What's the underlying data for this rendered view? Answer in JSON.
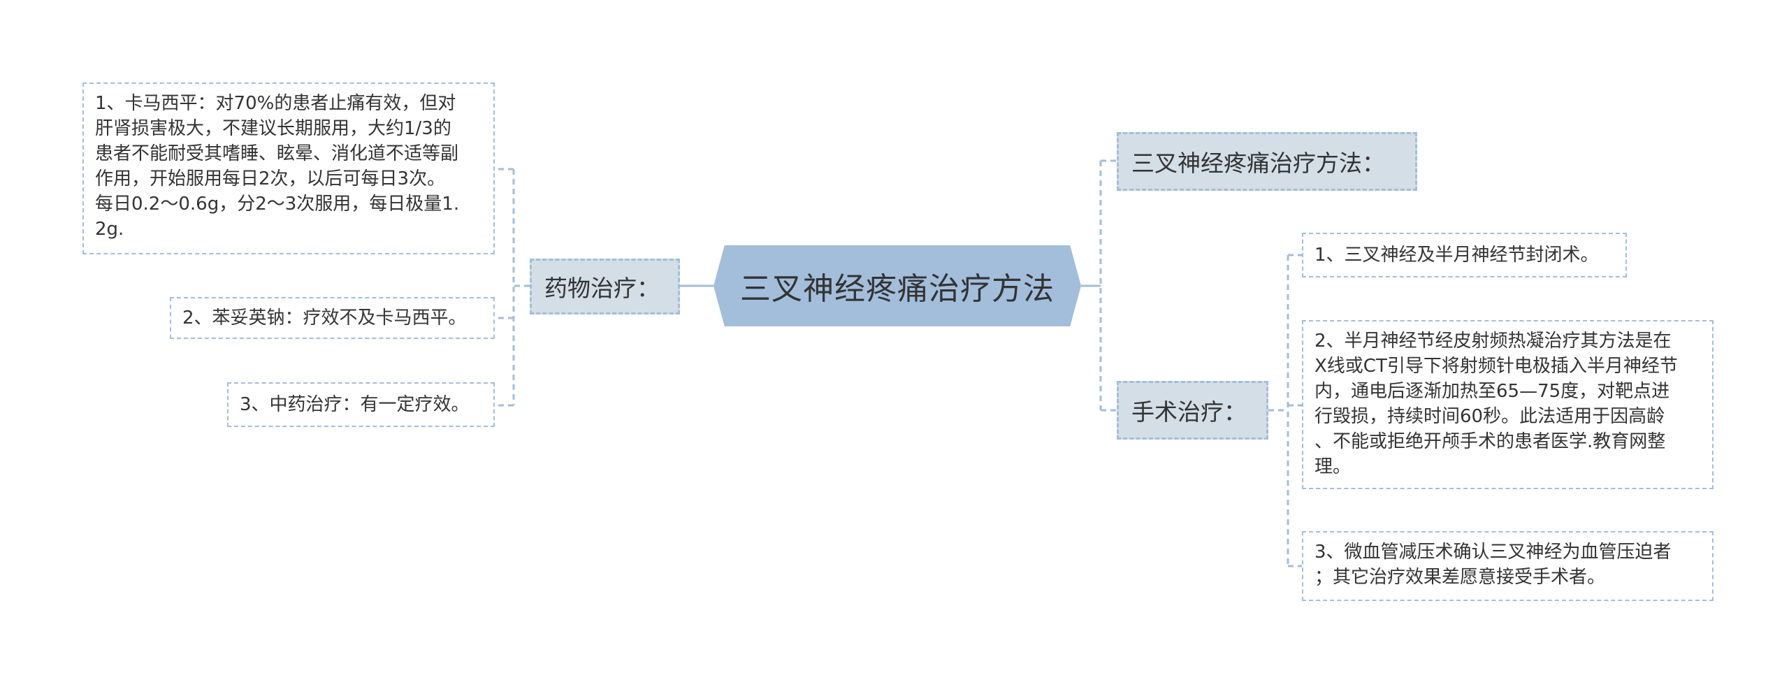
{
  "root": {
    "label": "三叉神经疼痛治疗方法"
  },
  "left": {
    "branch": "药物治疗：",
    "items": [
      "1、卡马西平：对70%的患者止痛有效，但对\n肝肾损害极大，不建议长期服用，大约1/3的\n患者不能耐受其嗜睡、眩晕、消化道不适等副\n作用，开始服用每日2次，以后可每日3次。\n每日0.2～0.6g，分2～3次服用，每日极量1.\n2g.",
      "2、苯妥英钠：疗效不及卡马西平。",
      "3、中药治疗：有一定疗效。"
    ]
  },
  "right": {
    "top_branch": "三叉神经疼痛治疗方法：",
    "branch": "手术治疗：",
    "items": [
      "1、三叉神经及半月神经节封闭术。",
      "2、半月神经节经皮射频热凝治疗其方法是在\nX线或CT引导下将射频针电极插入半月神经节\n内，通电后逐渐加热至65—75度，对靶点进\n行毁损，持续时间60秒。此法适用于因高龄\n、不能或拒绝开颅手术的患者医学.教育网整\n理。",
      "3、微血管减压术确认三叉神经为血管压迫者\n；其它治疗效果差愿意接受手术者。"
    ]
  },
  "colors": {
    "root_fill": "#a3bedb",
    "branch_fill": "#d3dee7",
    "connector": "#a3bedb",
    "text": "#333333"
  }
}
